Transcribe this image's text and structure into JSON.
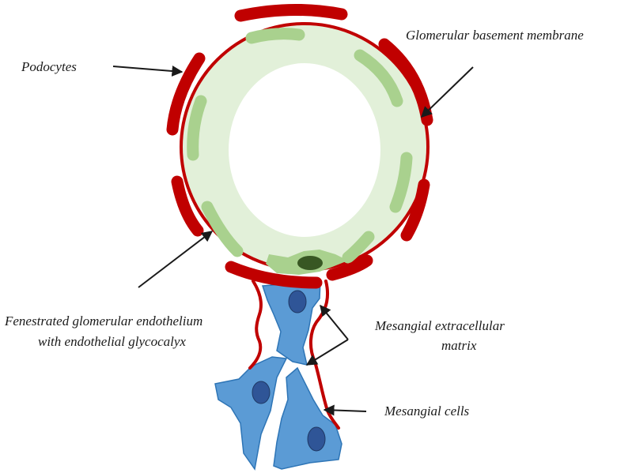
{
  "labels": {
    "podocytes": "Podocytes",
    "gbm": "Glomerular basement membrane",
    "endothelium_line1": "Fenestrated glomerular endothelium",
    "endothelium_line2": "with endothelial glycocalyx",
    "matrix_line1": "Mesangial extracellular",
    "matrix_line2": "matrix",
    "mesangial_cells": "Mesangial cells"
  },
  "colors": {
    "basement_membrane": "#c00000",
    "glycocalyx": "#e2f0d9",
    "endothelium": "#a9d18e",
    "endothelial_nucleus": "#385723",
    "mesangial_cell": "#5b9bd5",
    "mesangial_outline": "#2e75b6",
    "mesangial_nucleus": "#2f5597",
    "arrow": "#1a1a1a"
  }
}
